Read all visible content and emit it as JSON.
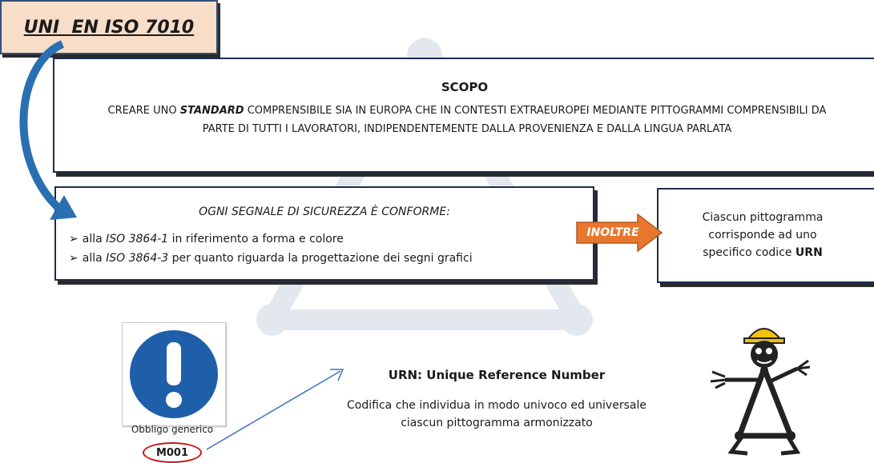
{
  "title": "UNI  EN ISO 7010",
  "scope": {
    "heading": "SCOPO",
    "text_pre": "CREARE UNO ",
    "text_emph": "STANDARD",
    "text_post": " COMPRENSIBILE SIA IN EUROPA CHE IN CONTESTI EXTRAEUROPEI MEDIANTE PITTOGRAMMI COMPRENSIBILI DA PARTE DI TUTTI I LAVORATORI, INDIPENDENTEMENTE DALLA PROVENIENZA E DALLA LINGUA PARLATA"
  },
  "conformity": {
    "heading": "OGNI SEGNALE DI SICUREZZA È CONFORME:",
    "items": [
      {
        "prefix": "alla ",
        "ref": "ISO 3864-1",
        "suffix": " in riferimento a forma e colore"
      },
      {
        "prefix": "alla ",
        "ref": "ISO 3864-3",
        "suffix": " per quanto riguarda la progettazione dei segni grafici"
      }
    ],
    "bullet": "➢"
  },
  "connector": {
    "label": "INOLTRE",
    "color": "#e8772e"
  },
  "urn_note": {
    "line1": "Ciascun pittogramma",
    "line2": "corrisponde ad uno",
    "line3_pre": "specifico codice ",
    "line3_bold": "URN"
  },
  "sign": {
    "caption": "Obbligo generico",
    "code": "M001",
    "icon": "exclamation-icon",
    "color": "#1f5ea8"
  },
  "urn_definition": {
    "title": "URN: Unique Reference Number",
    "line1": "Codifica che individua in modo univoco ed universale",
    "line2": "ciascun pittogramma armonizzato"
  },
  "colors": {
    "title_fill": "#f8ddc8",
    "curved_arrow": "#2a6fb0",
    "box_border": "#1c2d4a"
  }
}
